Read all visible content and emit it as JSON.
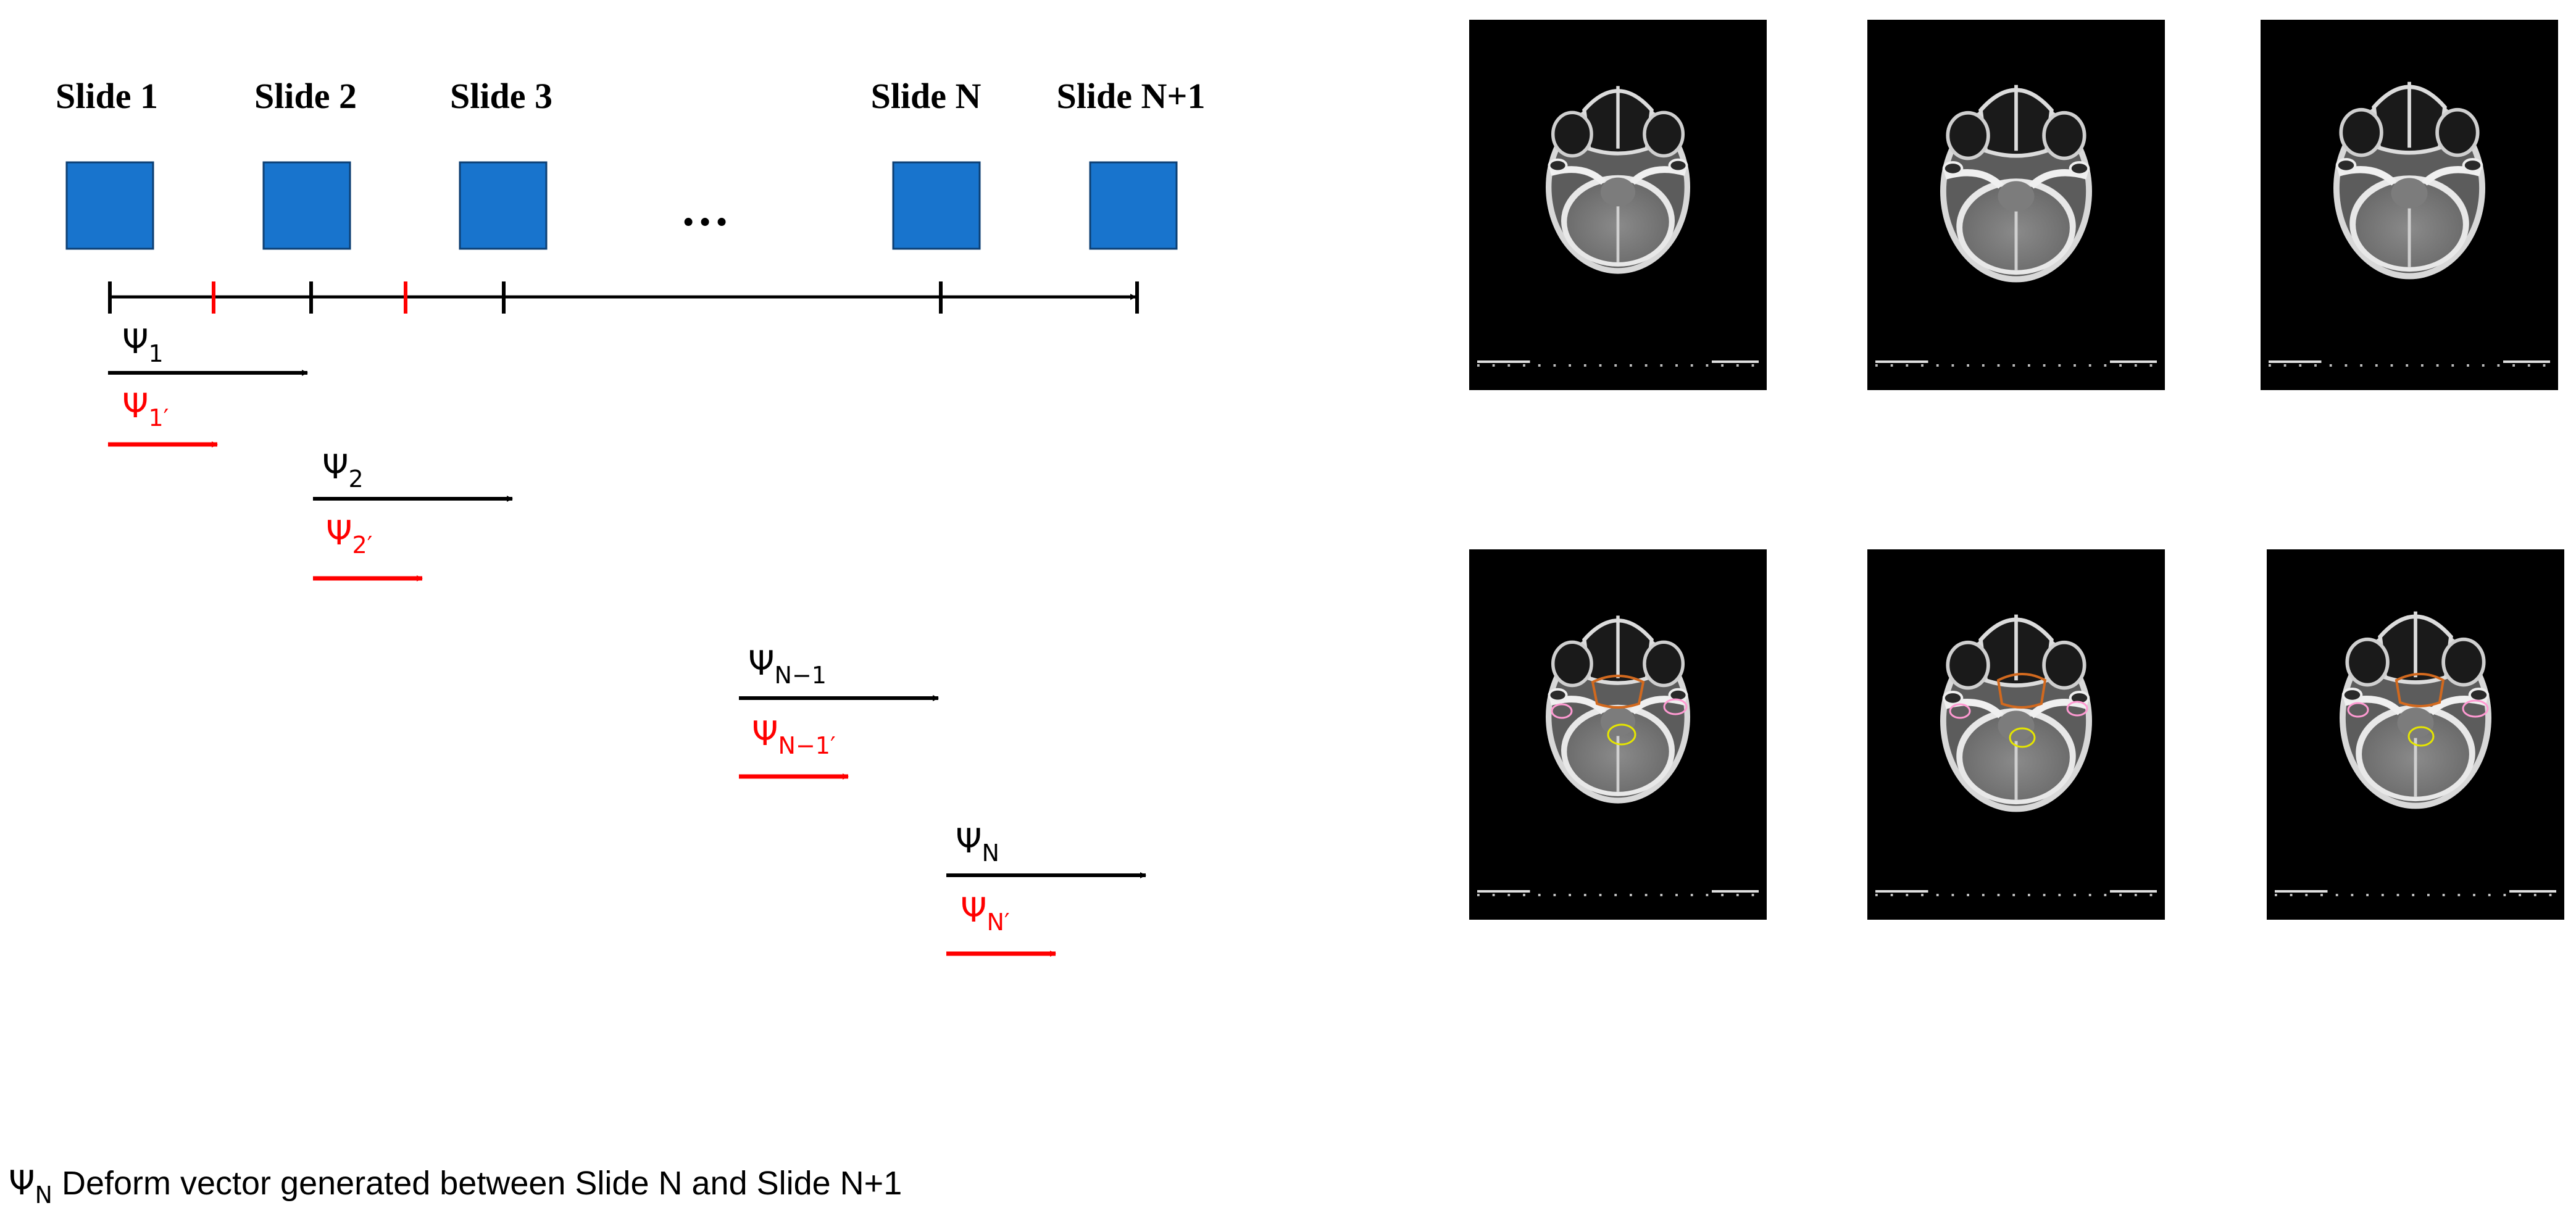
{
  "slides": [
    {
      "label": "Slide 1"
    },
    {
      "label": "Slide 2"
    },
    {
      "label": "Slide 3"
    },
    {
      "label": "Slide N"
    },
    {
      "label": "Slide N+1"
    }
  ],
  "ellipsis": "…",
  "vectors": [
    {
      "symbol": "Ψ",
      "subscript": "1",
      "color": "#000000"
    },
    {
      "symbol": "Ψ",
      "subscript": "1′",
      "color": "#ff0000"
    },
    {
      "symbol": "Ψ",
      "subscript": "2",
      "color": "#000000"
    },
    {
      "symbol": "Ψ",
      "subscript": "2′",
      "color": "#ff0000"
    },
    {
      "symbol": "Ψ",
      "subscript": "N−1",
      "color": "#000000"
    },
    {
      "symbol": "Ψ",
      "subscript": "N−1′",
      "color": "#ff0000"
    },
    {
      "symbol": "Ψ",
      "subscript": "N",
      "color": "#000000"
    },
    {
      "symbol": "Ψ",
      "subscript": "N′",
      "color": "#ff0000"
    }
  ],
  "footnote": {
    "symbol": "Ψ",
    "subscript": "N",
    "text": " Deform vector generated between Slide N and Slide N+1"
  },
  "colors": {
    "slide_box": "#1874cd",
    "slide_box_border": "#0d3f73",
    "axis": "#000000",
    "red_marker": "#ff0000",
    "ct_background": "#000000",
    "contour_orange": "#d2691e",
    "contour_yellow": "#e6e600",
    "contour_pink": "#ff9ad2"
  },
  "ct_panels": [
    {
      "name": "ct-scan-1",
      "contoured": false
    },
    {
      "name": "ct-scan-2",
      "contoured": false
    },
    {
      "name": "ct-scan-3",
      "contoured": false
    },
    {
      "name": "ct-scan-contour-1",
      "contoured": true
    },
    {
      "name": "ct-scan-contour-2",
      "contoured": true
    },
    {
      "name": "ct-scan-contour-3",
      "contoured": true
    }
  ]
}
